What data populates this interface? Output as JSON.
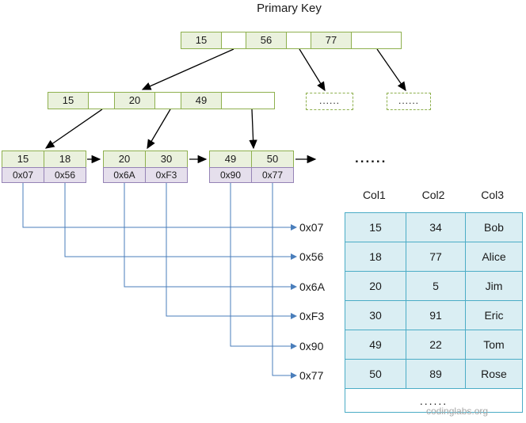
{
  "title": "Primary Key",
  "watermark": "codinglabs.org",
  "root_node": {
    "keys": [
      "15",
      "56",
      "77"
    ]
  },
  "level2_node": {
    "keys": [
      "15",
      "20",
      "49"
    ]
  },
  "dashed_boxes": [
    "......",
    "......"
  ],
  "leaf_groups": [
    {
      "keys": [
        "15",
        "18"
      ],
      "pointers": [
        "0x07",
        "0x56"
      ]
    },
    {
      "keys": [
        "20",
        "30"
      ],
      "pointers": [
        "0x6A",
        "0xF3"
      ]
    },
    {
      "keys": [
        "49",
        "50"
      ],
      "pointers": [
        "0x90",
        "0x77"
      ]
    }
  ],
  "leaf_ellipsis": "......",
  "pointer_labels": [
    "0x07",
    "0x56",
    "0x6A",
    "0xF3",
    "0x90",
    "0x77"
  ],
  "table": {
    "headers": [
      "Col1",
      "Col2",
      "Col3"
    ],
    "rows": [
      [
        "15",
        "34",
        "Bob"
      ],
      [
        "18",
        "77",
        "Alice"
      ],
      [
        "20",
        "5",
        "Jim"
      ],
      [
        "30",
        "91",
        "Eric"
      ],
      [
        "49",
        "22",
        "Tom"
      ],
      [
        "50",
        "89",
        "Rose"
      ]
    ],
    "ellipsis": "......"
  },
  "colors": {
    "node_fill": "#eaf1dd",
    "node_border": "#8eb04e",
    "pointer_fill": "#e5dfec",
    "pointer_border": "#9583b5",
    "table_fill": "#daeef3",
    "table_border": "#4bacc6",
    "line_blue": "#4a7ebb",
    "arrow_black": "#000000"
  }
}
